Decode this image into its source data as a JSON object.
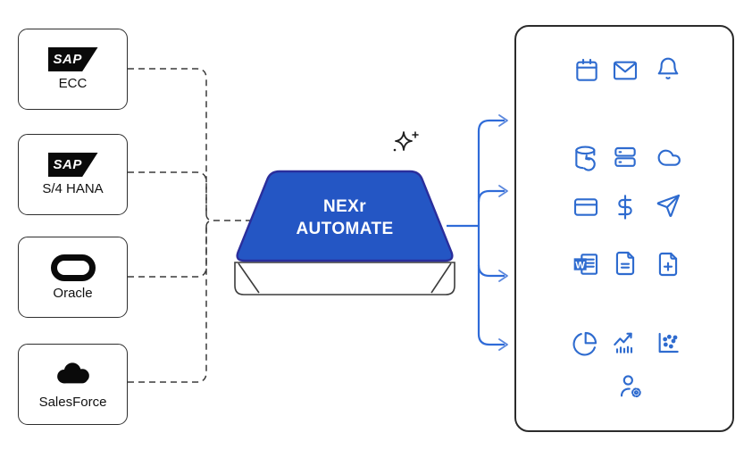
{
  "diagram": {
    "hub": {
      "label_line1": "NEXr",
      "label_line2": "AUTOMATE"
    },
    "sources": [
      {
        "label": "ECC",
        "logo": "sap-logo",
        "logo_text": "SAP"
      },
      {
        "label": "S/4 HANA",
        "logo": "sap-logo",
        "logo_text": "SAP"
      },
      {
        "label": "Oracle",
        "logo": "oracle-logo"
      },
      {
        "label": "SalesForce",
        "logo": "salesforce-cloud-logo"
      }
    ],
    "destinations": {
      "word_glyph": "W",
      "icons": [
        "calendar-icon",
        "email-icon",
        "notification-bell-icon",
        "database-sync-icon",
        "server-icon",
        "cloud-icon",
        "credit-card-icon",
        "dollar-icon",
        "send-icon",
        "word-document-icon",
        "file-text-icon",
        "file-plus-icon",
        "pie-chart-icon",
        "trend-chart-icon",
        "scatter-plot-icon",
        "user-gear-icon"
      ]
    },
    "decorations": [
      "sparkle-icon"
    ],
    "colors": {
      "hub_fill": "#2456c4",
      "hub_border": "#2a2e9c",
      "icon_blue": "#2e6bcf",
      "connector_blue": "#2f6bd8",
      "dashed_blue": "#4d7fdb",
      "outline_dark": "#2e2e2e"
    }
  }
}
